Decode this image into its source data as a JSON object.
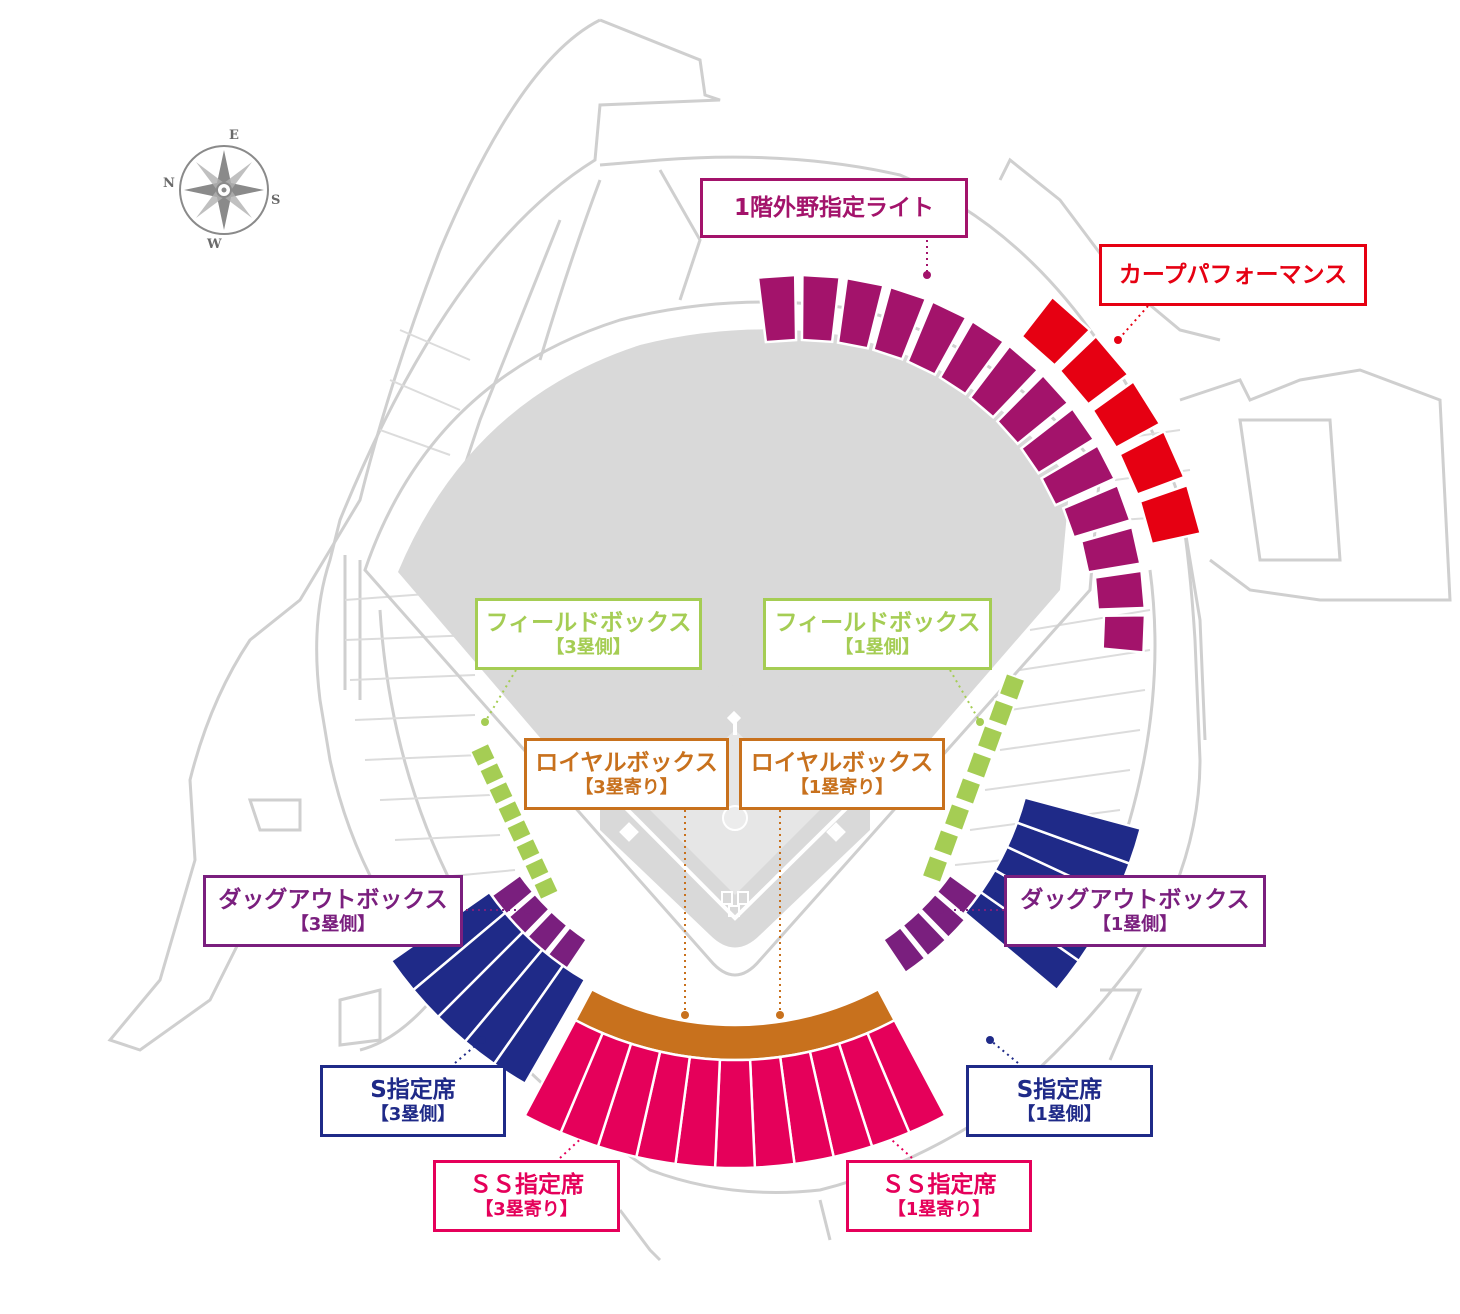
{
  "compass": {
    "north": "N",
    "east": "E",
    "south": "S",
    "west": "W"
  },
  "colors": {
    "outfield_right": "#a3136b",
    "carp_performance": "#e60012",
    "field_box": "#a5cd54",
    "royal_box": "#c8711d",
    "dugout_box": "#7a1f7e",
    "s_seat": "#1f2a88",
    "ss_seat": "#e5005a",
    "structure_line": "#cfcfcf",
    "field": "#d9d9d9"
  },
  "labels": {
    "outfield_right": {
      "main": "1階外野指定ライト"
    },
    "carp_performance": {
      "main": "カープパフォーマンス"
    },
    "field_box_3b": {
      "main": "フィールドボックス",
      "sub": "【3塁側】"
    },
    "field_box_1b": {
      "main": "フィールドボックス",
      "sub": "【1塁側】"
    },
    "royal_box_3b": {
      "main": "ロイヤルボックス",
      "sub": "【3塁寄り】"
    },
    "royal_box_1b": {
      "main": "ロイヤルボックス",
      "sub": "【1塁寄り】"
    },
    "dugout_box_3b": {
      "main": "ダッグアウトボックス",
      "sub": "【3塁側】"
    },
    "dugout_box_1b": {
      "main": "ダッグアウトボックス",
      "sub": "【1塁側】"
    },
    "s_seat_3b": {
      "main": "S指定席",
      "sub": "【3塁側】"
    },
    "s_seat_1b": {
      "main": "S指定席",
      "sub": "【1塁側】"
    },
    "ss_seat_3b": {
      "main": "ＳＳ指定席",
      "sub": "【3塁寄り】"
    },
    "ss_seat_1b": {
      "main": "ＳＳ指定席",
      "sub": "【1塁寄り】"
    }
  }
}
